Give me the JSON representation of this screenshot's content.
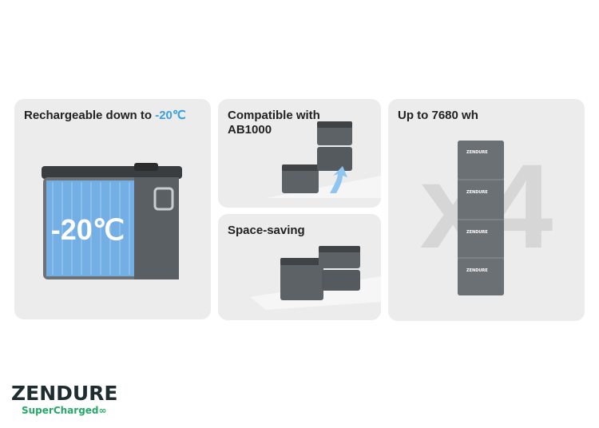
{
  "cards": {
    "cold": {
      "title_prefix": "Rechargeable down to ",
      "title_accent": "-20℃",
      "overlay": "-20℃"
    },
    "compatible": {
      "title": "Compatible with AB1000",
      "line1": "Compatible with",
      "line2": "AB1000"
    },
    "space": {
      "title": "Space-saving"
    },
    "capacity": {
      "title": "Up to 7680 wh",
      "big_mark": "x4",
      "unit_label": "ZENDURE"
    }
  },
  "logo": {
    "brand": "ZENDURE",
    "tagline": "SuperCharged"
  },
  "colors": {
    "accent": "#3aa0e0",
    "logo_green": "#26a86a",
    "card_bg": "#ececec",
    "battery": "#5d6266"
  }
}
